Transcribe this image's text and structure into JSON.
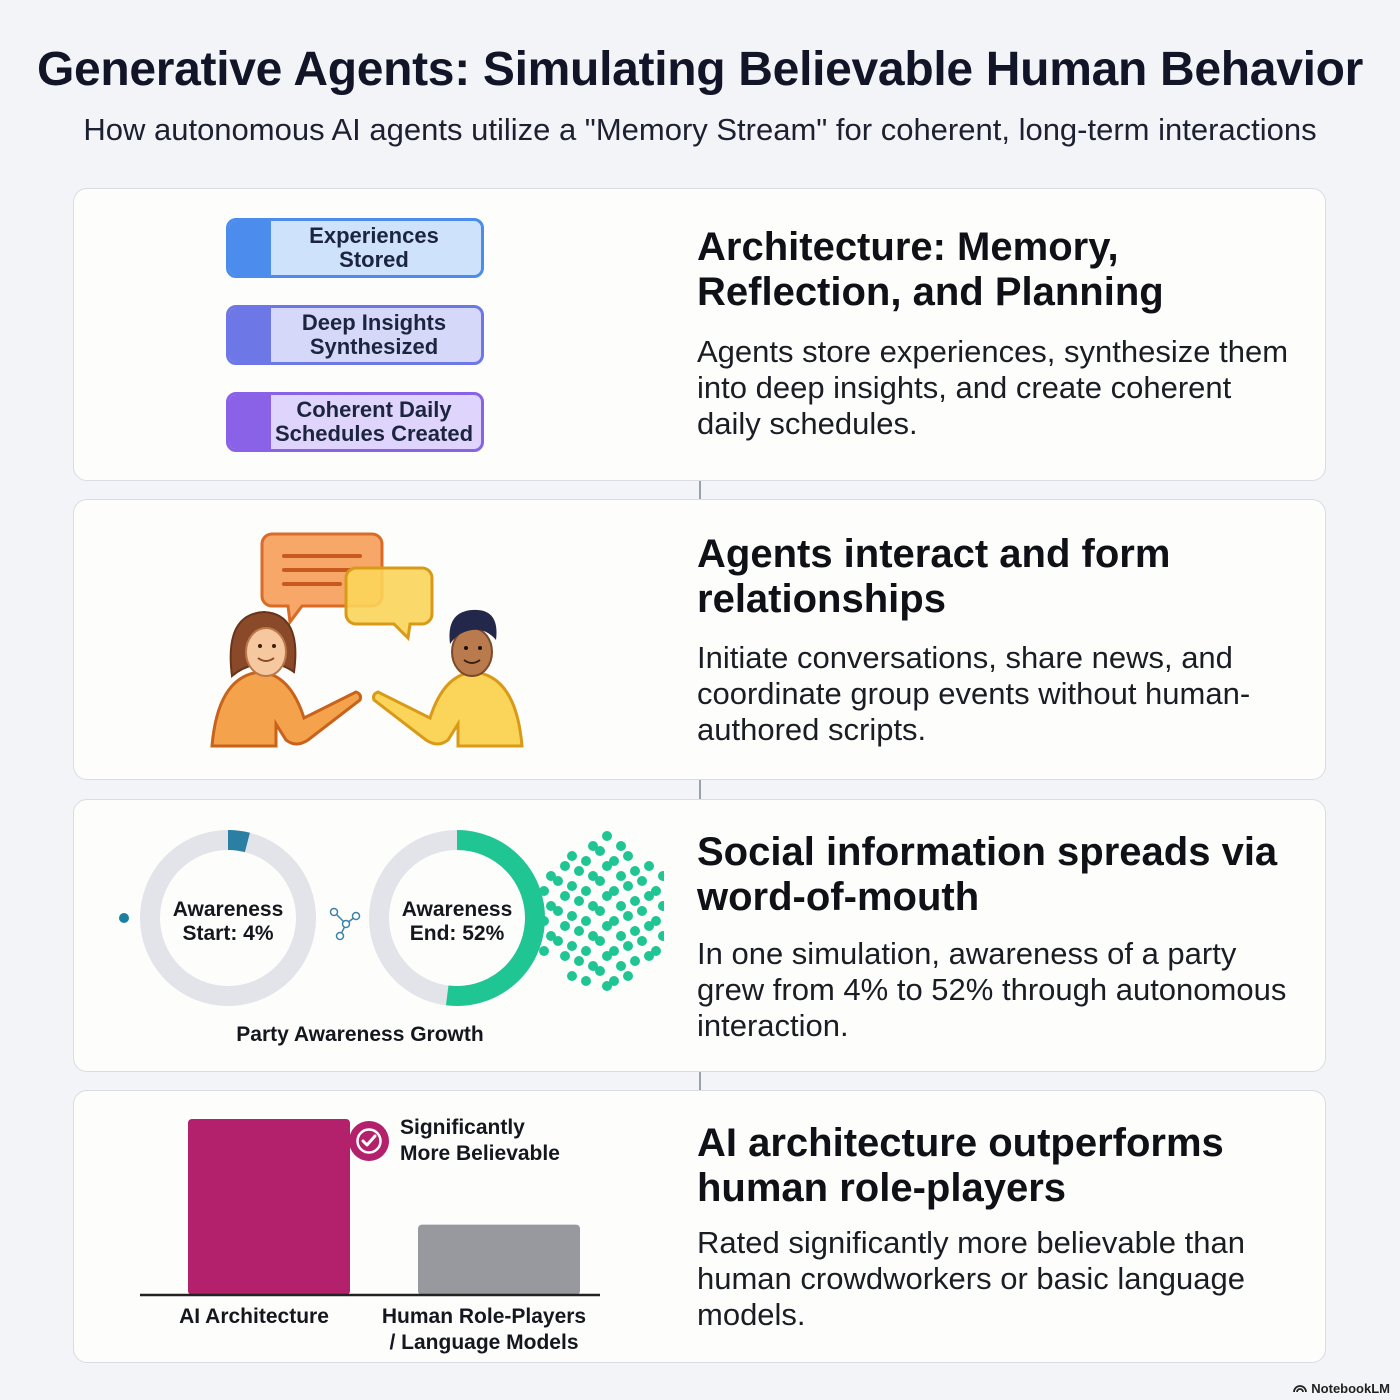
{
  "header": {
    "title": "Generative Agents: Simulating Believable Human Behavior",
    "subtitle": "How autonomous AI agents utilize a \"Memory Stream\" for coherent, long-term interactions"
  },
  "panels": [
    {
      "heading": "Architecture: Memory, Reflection, and Planning",
      "description": "Agents store experiences, synthesize them into deep insights, and create coherent daily schedules.",
      "layers": [
        {
          "label": "Experiences\nStored",
          "color": "#4b8cec",
          "fill": "#cfe2fb"
        },
        {
          "label": "Deep Insights\nSynthesized",
          "color": "#6d78e6",
          "fill": "#d6d8fa"
        },
        {
          "label": "Coherent Daily\nSchedules Created",
          "color": "#8a62e8",
          "fill": "#dfd4fb"
        }
      ]
    },
    {
      "heading": "Agents interact and form relationships",
      "description": "Initiate conversations, share news, and coordinate group events without human-authored scripts."
    },
    {
      "heading": "Social information spreads via word-of-mouth",
      "description": "In one simulation, awareness of a party grew from 4% to 52% through autonomous interaction.",
      "chart_caption": "Party Awareness Growth"
    },
    {
      "heading": "AI architecture outperforms human role-players",
      "description": "Rated significantly more believable than human crowdworkers or basic language models.",
      "badge": "Significantly\nMore Believable"
    }
  ],
  "chart_data": [
    {
      "type": "pie",
      "rings": [
        {
          "label": "Awareness\nStart: 4%",
          "value": 4,
          "color": "#2b7fa3"
        },
        {
          "label": "Awareness\nEnd: 52%",
          "value": 52,
          "color": "#1fc592"
        }
      ],
      "caption": "Party Awareness Growth"
    },
    {
      "type": "bar",
      "categories": [
        "AI Architecture",
        "Human Role-Players\n/ Language Models"
      ],
      "values": [
        100,
        40
      ],
      "colors": [
        "#b3206b",
        "#97999e"
      ],
      "annotation": "Significantly\nMore Believable"
    }
  ],
  "footer": {
    "brand": "NotebookLM"
  }
}
